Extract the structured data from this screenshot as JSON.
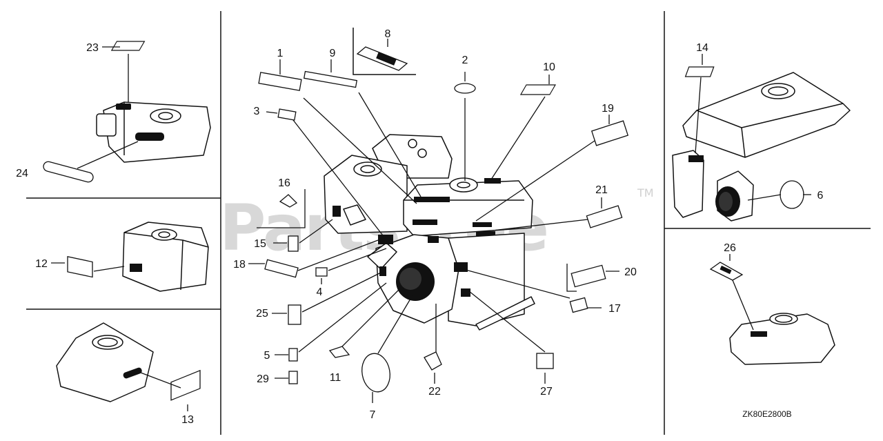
{
  "watermark": {
    "text": "PartsTree",
    "tm": "TM"
  },
  "diagram_code": "ZK80E2800B",
  "callouts": [
    {
      "id": "c1",
      "text": "1"
    },
    {
      "id": "c2",
      "text": "2"
    },
    {
      "id": "c3",
      "text": "3"
    },
    {
      "id": "c4",
      "text": "4"
    },
    {
      "id": "c5",
      "text": "5"
    },
    {
      "id": "c6",
      "text": "6"
    },
    {
      "id": "c7",
      "text": "7"
    },
    {
      "id": "c8",
      "text": "8"
    },
    {
      "id": "c9",
      "text": "9"
    },
    {
      "id": "c10",
      "text": "10"
    },
    {
      "id": "c11",
      "text": "11"
    },
    {
      "id": "c12",
      "text": "12"
    },
    {
      "id": "c13",
      "text": "13"
    },
    {
      "id": "c14",
      "text": "14"
    },
    {
      "id": "c15",
      "text": "15"
    },
    {
      "id": "c16",
      "text": "16"
    },
    {
      "id": "c17",
      "text": "17"
    },
    {
      "id": "c18",
      "text": "18"
    },
    {
      "id": "c19",
      "text": "19"
    },
    {
      "id": "c20",
      "text": "20"
    },
    {
      "id": "c21",
      "text": "21"
    },
    {
      "id": "c22",
      "text": "22"
    },
    {
      "id": "c23",
      "text": "23"
    },
    {
      "id": "c24",
      "text": "24"
    },
    {
      "id": "c25",
      "text": "25"
    },
    {
      "id": "c26",
      "text": "26"
    },
    {
      "id": "c27",
      "text": "27"
    },
    {
      "id": "c29",
      "text": "29"
    }
  ]
}
